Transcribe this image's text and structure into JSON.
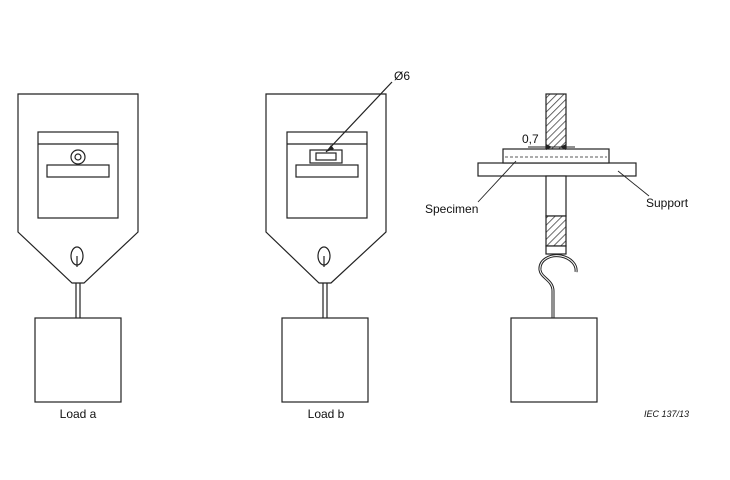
{
  "figure": {
    "colors": {
      "line": "#222222",
      "background": "#ffffff",
      "hatch": "#444444"
    },
    "panel_a": {
      "caption": "Load a"
    },
    "panel_b": {
      "caption": "Load b",
      "dimension": "Ø6"
    },
    "panel_c": {
      "dimension": "0,7",
      "specimen_label": "Specimen",
      "support_label": "Support"
    },
    "reference": "IEC   137/13"
  }
}
